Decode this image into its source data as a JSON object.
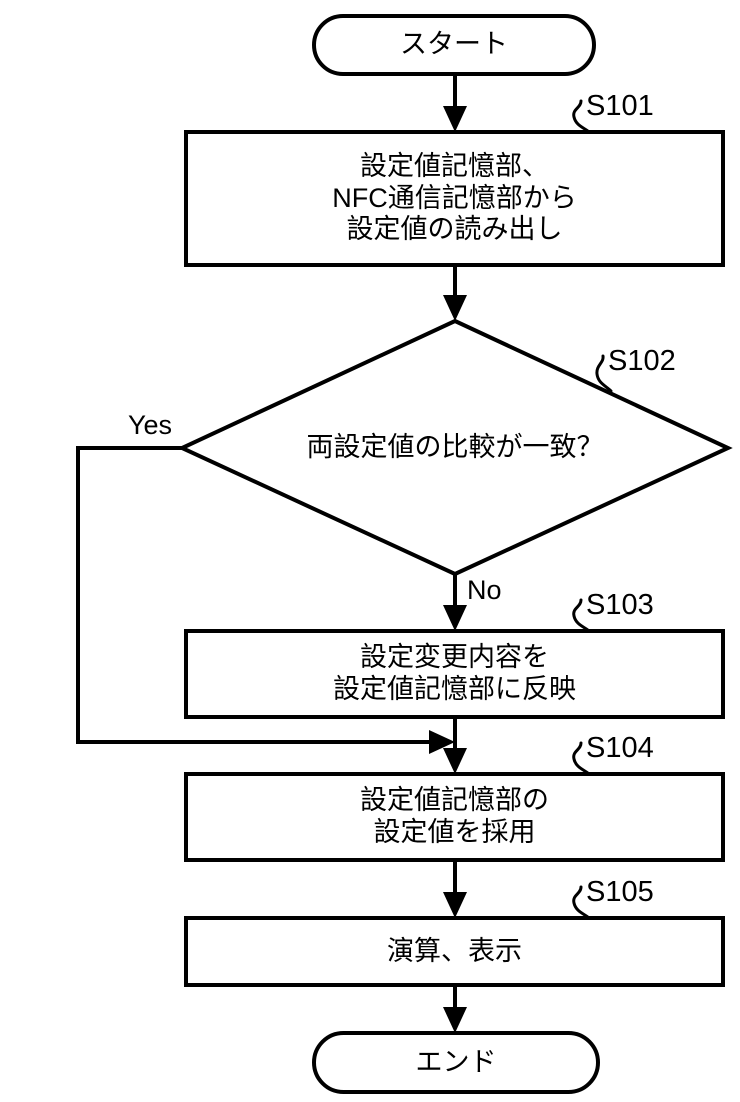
{
  "diagram": {
    "type": "flowchart",
    "language": "ja",
    "background_color": "#ffffff",
    "stroke_color": "#000000"
  },
  "nodes": {
    "start": {
      "shape": "terminator",
      "label": "スタート"
    },
    "s101": {
      "shape": "process",
      "step_id": "S101",
      "line1": "設定値記憶部、",
      "line2": "NFC通信記憶部から",
      "line3": "設定値の読み出し"
    },
    "s102": {
      "shape": "decision",
      "step_id": "S102",
      "label": "両設定値の比較が一致？"
    },
    "s103": {
      "shape": "process",
      "step_id": "S103",
      "line1": "設定変更内容を",
      "line2": "設定値記憶部に反映"
    },
    "s104": {
      "shape": "process",
      "step_id": "S104",
      "line1": "設定値記憶部の",
      "line2": "設定値を採用"
    },
    "s105": {
      "shape": "process",
      "step_id": "S105",
      "line1": "演算、表示"
    },
    "end": {
      "shape": "terminator",
      "label": "エンド"
    }
  },
  "branches": {
    "yes": "Yes",
    "no": "No"
  }
}
